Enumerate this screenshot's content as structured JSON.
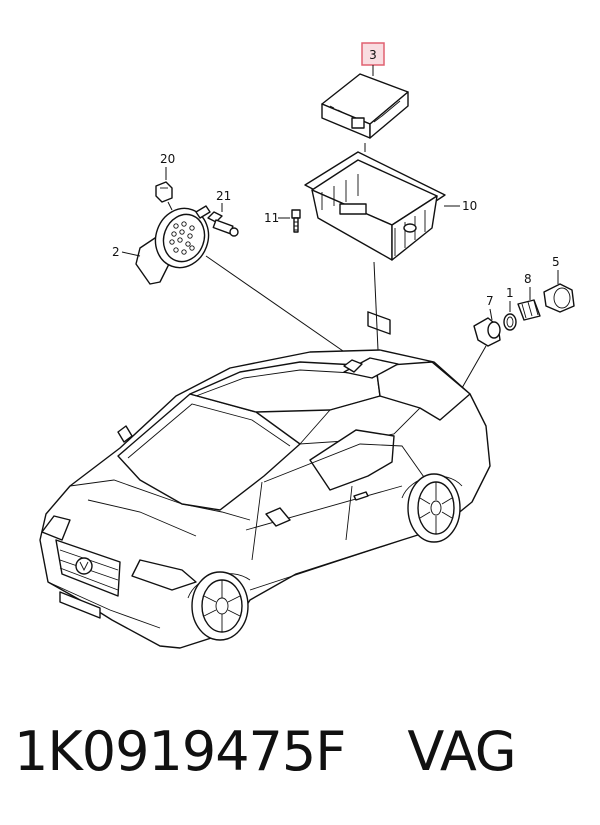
{
  "diagram": {
    "callouts": {
      "c1": "1",
      "c2": "2",
      "c3": "3",
      "c5": "5",
      "c7": "7",
      "c8": "8",
      "c10": "10",
      "c11": "11",
      "c20": "20",
      "c21": "21"
    },
    "highlight_color": "#e06070"
  },
  "footer": {
    "part_number": "1K0919475F",
    "brand": "VAG"
  }
}
